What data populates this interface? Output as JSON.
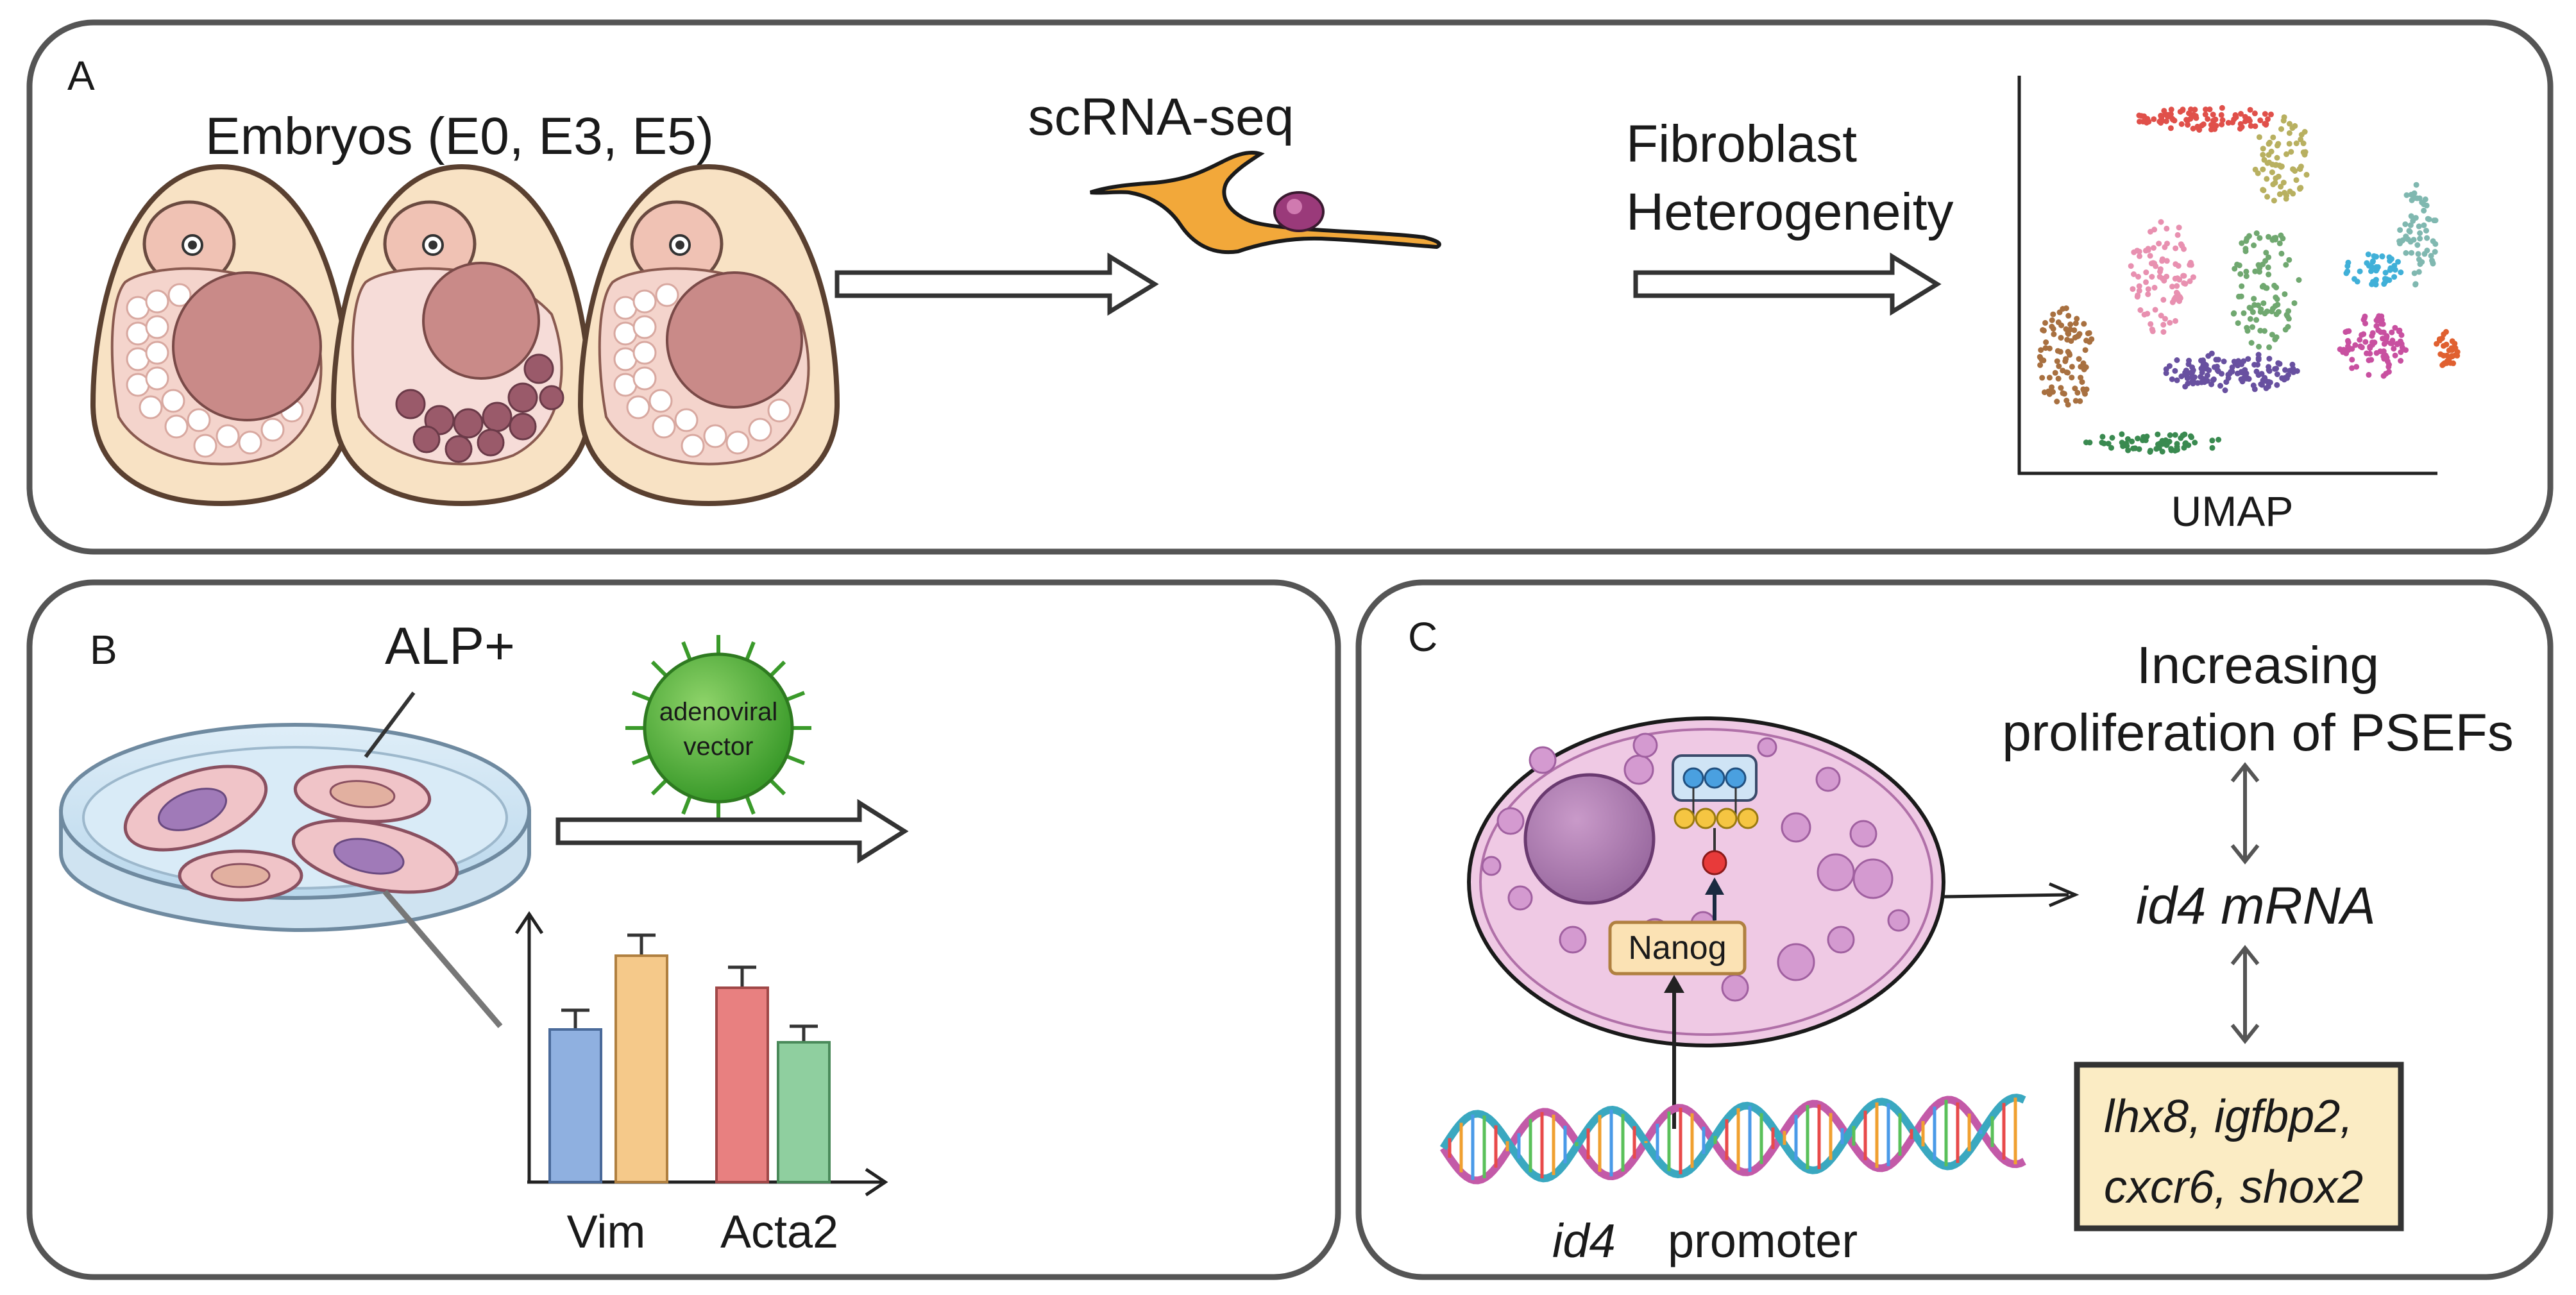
{
  "panel_a": {
    "letter": "A",
    "embryos_label": "Embryos (E0, E3, E5)",
    "scrna_label": "scRNA-seq",
    "heterogeneity_line1": "Fibroblast",
    "heterogeneity_line2": "Heterogeneity",
    "umap_label": "UMAP",
    "umap_cluster_colors": [
      "#e0504a",
      "#b8b060",
      "#e890b0",
      "#70a870",
      "#80b8b0",
      "#40b0d8",
      "#c850a0",
      "#e06030",
      "#6850a0",
      "#a87040",
      "#3a8a50"
    ]
  },
  "panel_b": {
    "letter": "B",
    "dish_label": "ALP+",
    "vector_line1": "adenoviral",
    "vector_line2": "vector",
    "bar_group_labels": [
      "Vim",
      "Acta2"
    ],
    "bar_colors": [
      "#8fb0e0",
      "#f5c98a",
      "#e88080",
      "#8fcf9f"
    ]
  },
  "panel_c": {
    "letter": "C",
    "increasing_line1": "Increasing",
    "increasing_line2": "proliferation of PSEFs",
    "mrna_label": "id4 mRNA",
    "nanog_label": "Nanog",
    "promoter_gene": "id4",
    "promoter_word": "promoter",
    "genes_line1": "lhx8, igfbp2,",
    "genes_line2": "cxcr6, shox2"
  }
}
